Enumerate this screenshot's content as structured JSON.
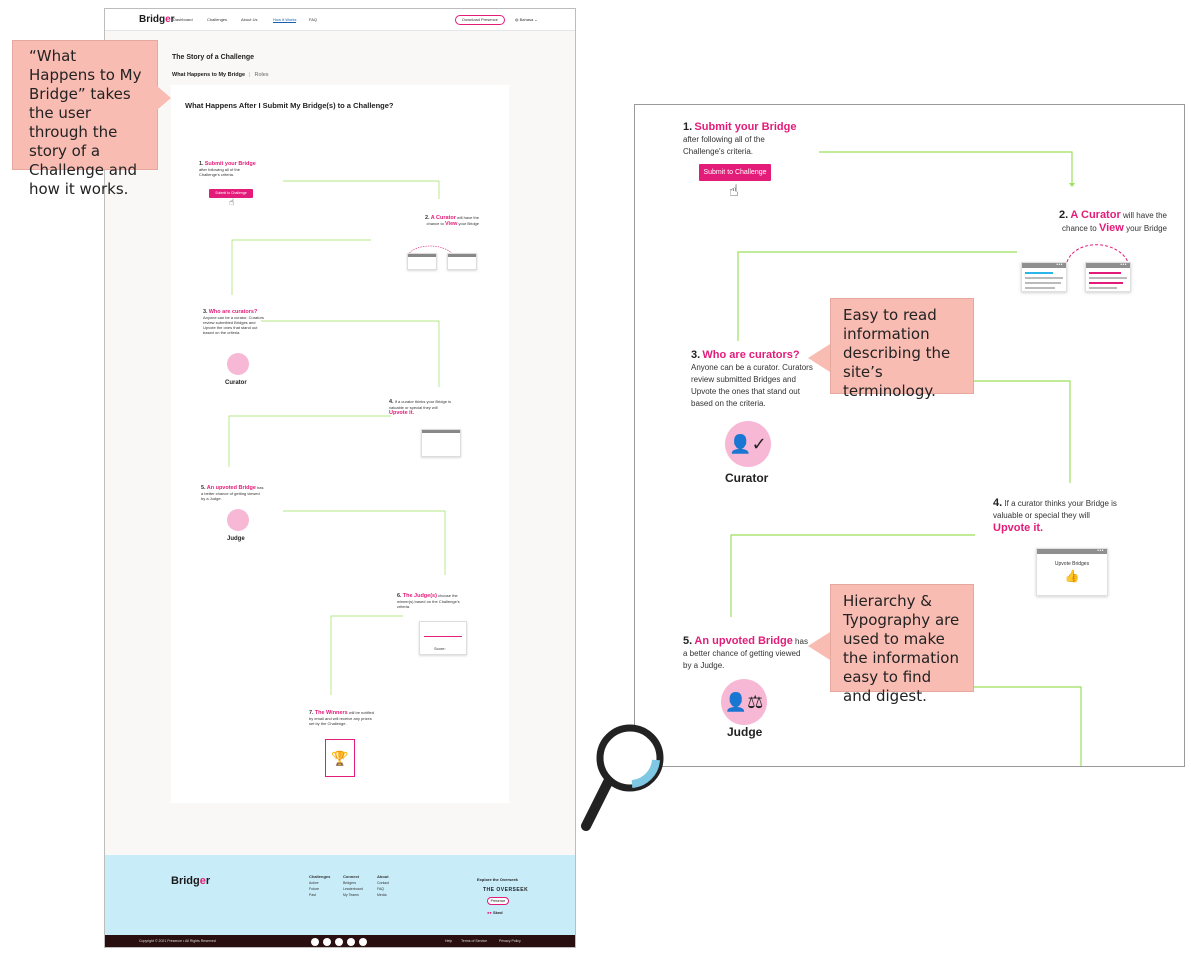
{
  "nav": {
    "logo_prefix": "Bridg",
    "logo_accent": "e",
    "logo_suffix": "r",
    "links": [
      "Dashboard",
      "Challenges",
      "About Us",
      "How it Works",
      "FAQ"
    ],
    "active_link": "How it Works",
    "download_label": "Download Presence",
    "language": "Bahasa"
  },
  "page": {
    "story_title": "The Story of a Challenge",
    "subtab_active": "What Happens to  My Bridge",
    "subtab_sep": "|",
    "subtab_other": "Roles",
    "card_title": "What Happens After I Submit My Bridge(s) to a Challenge?"
  },
  "steps": {
    "s1_num": "1.",
    "s1_hl": "Submit your Bridge",
    "s1_line1": "after following all of the",
    "s1_line2": "Challenge's criteria.",
    "s1_button": "Submit to Challenge",
    "s2_num": "2.",
    "s2_hl": "A Curator",
    "s2_a": "will have the",
    "s2_b": "chance to",
    "s2_hl2": "View",
    "s2_c": "your Bridge",
    "s3_num": "3.",
    "s3_hl": "Who are curators?",
    "s3_line1": "Anyone can be a curator. Curators",
    "s3_line2": "review submitted Bridges and",
    "s3_line3": "Upvote the ones that stand out",
    "s3_line4": "based on the criteria.",
    "curator_label": "Curator",
    "s4_num": "4.",
    "s4_line1": "If a curator thinks your Bridge is",
    "s4_line2": "valuable or special they will",
    "s4_hl": "Upvote it.",
    "upvote_label": "Upvote Bridges",
    "s5_num": "5.",
    "s5_hl": "An upvoted Bridge",
    "s5_a": "has",
    "s5_line2": "a better chance of getting viewed",
    "s5_line3": "by a Judge.",
    "judge_label": "Judge",
    "s6_num": "6.",
    "s6_hl": "The Judge(s)",
    "s6_a": "choose the",
    "s6_line2": "winner(s) based on the Challenge's",
    "s6_line3": "criteria.",
    "s6_score_label": "Score:",
    "s7_num": "7.",
    "s7_hl": "The Winners",
    "s7_a": "will be notified",
    "s7_line2": "by email and will receive any prizes",
    "s7_line3": "set by the Challenge."
  },
  "footer": {
    "col1": [
      "Challenges",
      "Active",
      "Future",
      "Past"
    ],
    "col2": [
      "Connect",
      "Bridgers",
      "Leaderboard",
      "My Teams"
    ],
    "col3": [
      "About",
      "Contact",
      "FAQ",
      "Media"
    ],
    "explore": "Explore the Overseek",
    "overseek": "THE OVERSEEK",
    "presence": "Presence",
    "sked": "Sked",
    "copyright": "Copyright © 2021 Presence • All Rights Reserved",
    "bottom_links": [
      "Help",
      "Terms of Service",
      "Privacy Policy"
    ]
  },
  "callouts": {
    "c1": "“What Happens to My Bridge” takes the user through the story of a Challenge  and how it works.",
    "c2": "Easy to read information describing the site’s terminology.",
    "c3": "Hierarchy & Typography are used to make the information easy to find and digest."
  },
  "colors": {
    "accent": "#e31c79",
    "line_green": "#9be15d",
    "callout_bg": "#f9bcb3",
    "role_circle": "#f6b8d4",
    "footer_bg": "#c9ecf9"
  }
}
